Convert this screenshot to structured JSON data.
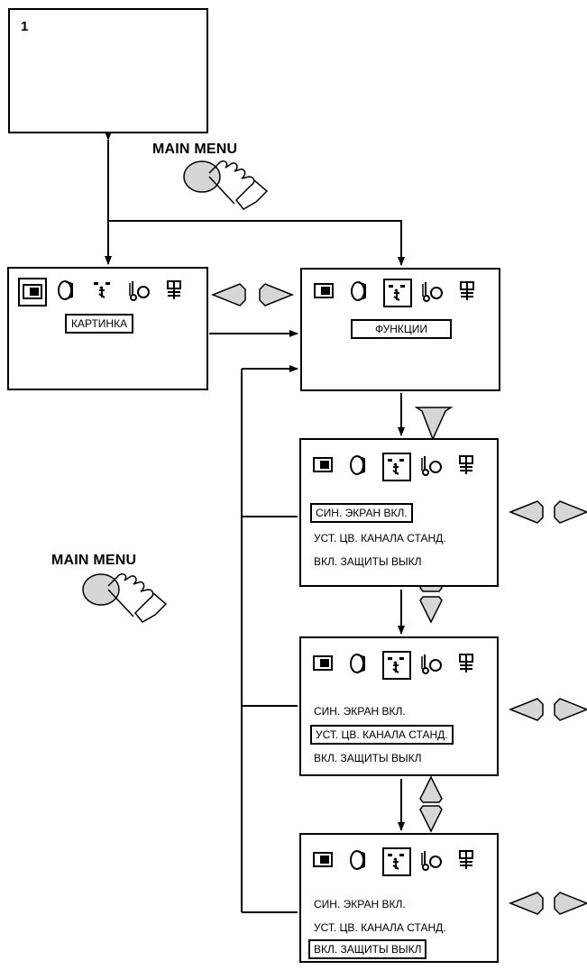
{
  "screen_number": "1",
  "main_menu_label": "MAIN MENU",
  "top_menu_labels": {
    "picture": "КАРТИНКА",
    "functions": "ФУНКЦИИ"
  },
  "function_items": [
    "СИН. ЭКРАН ВКЛ.",
    "УСТ. ЦВ. КАНАЛА СТАНД.",
    "ВКЛ. ЗАЩИТЫ ВЫКЛ"
  ],
  "icons": [
    "picture-icon",
    "geometry-icon",
    "function-icon",
    "temperature-icon",
    "language-icon"
  ],
  "colors": {
    "button_fill": "#d6d6d6",
    "line": "#000000"
  }
}
